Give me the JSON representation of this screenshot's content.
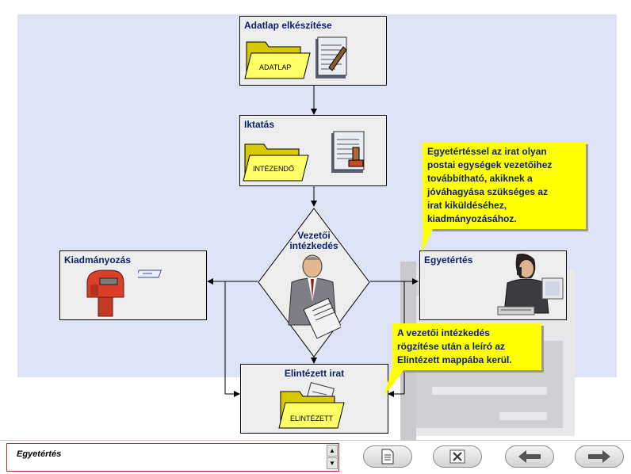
{
  "steps": {
    "adatlap": {
      "title": "Adatlap elkészítése",
      "folder_label": "ADATLAP"
    },
    "iktatas": {
      "title": "Iktatás",
      "folder_label": "INTÉZENDŐ"
    },
    "vezetoi": {
      "title_line1": "Vezetői",
      "title_line2": "intézkedés"
    },
    "kiadmanyozas": {
      "title": "Kiadmányozás"
    },
    "egyetertes": {
      "title": "Egyetértés"
    },
    "elintezett": {
      "title": "Elintézett irat",
      "folder_label": "ELINTÉZETT"
    }
  },
  "callouts": {
    "egyetertes_note": {
      "lines": [
        "Egyetértéssel az irat olyan",
        "postai egységek vezetőihez",
        "továbbítható, akiknek a",
        "jóváhagyása szükséges az",
        "irat kiküldéséhez,",
        "kiadmányozásához."
      ]
    },
    "vezetoi_note": {
      "lines": [
        "A vezetői intézkedés",
        "rögzítése után a leíró az",
        "Elintézett mappába kerül."
      ]
    }
  },
  "status_bar": {
    "text": "Egyetértés"
  },
  "nav": {
    "icons": [
      "document-icon",
      "close-icon",
      "arrow-left-icon",
      "arrow-right-icon"
    ]
  },
  "colors": {
    "background_panel": "#dde3f4",
    "callout": "#ffff00",
    "title_text": "#0b1f6b",
    "folder": "#ffff66"
  }
}
